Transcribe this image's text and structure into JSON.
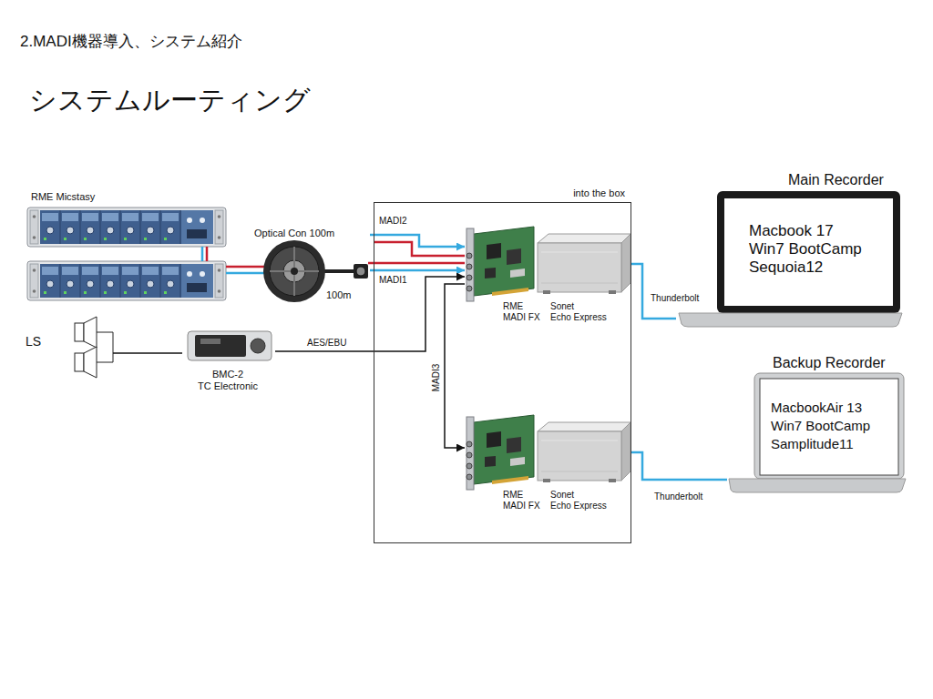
{
  "diagram": {
    "title": "システムルーティング",
    "nodes": [
      {
        "text": [
          "RME Micstasy"
        ]
      },
      {
        "text": [
          "Optical Con 100m",
          "100m"
        ]
      },
      {
        "text": [
          "LS"
        ]
      },
      {
        "text": [
          "BMC-2 TC Electronic"
        ]
      },
      {
        "text": [
          "into the box"
        ]
      },
      {
        "text": [
          "RME MADI FX"
        ],
        "in": 4
      },
      {
        "text": [
          "Sonet Echo Express"
        ],
        "in": 4
      },
      {
        "text": [
          "RME MADI FX"
        ],
        "in": 4
      },
      {
        "text": [
          "Sonet Echo Express"
        ],
        "in": 4
      },
      {
        "text": [
          "Main Recorder",
          "Macbook 17 Win7 BootCamp Sequoia12"
        ]
      },
      {
        "text": [
          "Backup Recorder",
          "MacbookAir 13 Win7 BootCamp Samplitude11"
        ]
      }
    ],
    "edges": [
      {
        "from": 0,
        "to": 1,
        "arrow": "none"
      },
      {
        "from": 1,
        "to": 5,
        "label": "MADI2",
        "arrow": "to"
      },
      {
        "from": 1,
        "to": 5,
        "label": "MADI1",
        "arrow": "to"
      },
      {
        "from": 2,
        "to": 3,
        "arrow": "none"
      },
      {
        "from": 3,
        "to": 5,
        "label": "AES/EBU",
        "arrow": "to"
      },
      {
        "from": 5,
        "to": 7,
        "label": "MADI3",
        "arrow": "to"
      },
      {
        "from": 6,
        "to": 9,
        "label": "Thunderbolt",
        "arrow": "none"
      },
      {
        "from": 8,
        "to": 10,
        "label": "Thunderbolt",
        "arrow": "none"
      }
    ],
    "labels": [
      "2.MADI機器導入、システム紹介"
    ]
  }
}
